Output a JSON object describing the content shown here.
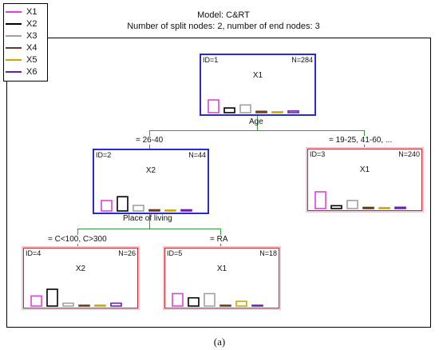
{
  "legend": {
    "items": [
      {
        "label": "X1",
        "color": "#e040e0"
      },
      {
        "label": "X2",
        "color": "#000000"
      },
      {
        "label": "X3",
        "color": "#a0a0a0"
      },
      {
        "label": "X4",
        "color": "#6b3a1a"
      },
      {
        "label": "X5",
        "color": "#c8a800"
      },
      {
        "label": "X6",
        "color": "#6a1fb0"
      }
    ]
  },
  "title": {
    "model": "Model: C&RT",
    "summary": "Number of split nodes: 2, number of end nodes: 3"
  },
  "nodes": [
    {
      "id_label": "ID=1",
      "n_label": "N=284",
      "variable": "X1",
      "type": "split",
      "bars": [
        0.76,
        0.28,
        0.46,
        0.08,
        0.04,
        0.1
      ]
    },
    {
      "id_label": "ID=2",
      "n_label": "N=44",
      "variable": "X2",
      "type": "split",
      "bars": [
        0.62,
        0.85,
        0.33,
        0.07,
        0.04,
        0.07
      ]
    },
    {
      "id_label": "ID=3",
      "n_label": "N=240",
      "variable": "X1",
      "type": "end",
      "bars": [
        1.0,
        0.17,
        0.48,
        0.07,
        0.05,
        0.08
      ]
    },
    {
      "id_label": "ID=4",
      "n_label": "N=26",
      "variable": "X2",
      "type": "end",
      "bars": [
        0.6,
        1.0,
        0.17,
        0.04,
        0.03,
        0.17
      ]
    },
    {
      "id_label": "ID=5",
      "n_label": "N=18",
      "variable": "X1",
      "type": "end",
      "bars": [
        0.74,
        0.49,
        0.74,
        0.04,
        0.28,
        0.04
      ]
    }
  ],
  "splits": [
    {
      "variable": "Age",
      "left_label": "= 26-40",
      "right_label": "= 19-25, 41-60, ..."
    },
    {
      "variable": "Place of living",
      "left_label": "= C<100, C>300",
      "right_label": "= RA"
    }
  ],
  "caption": "(a)"
}
